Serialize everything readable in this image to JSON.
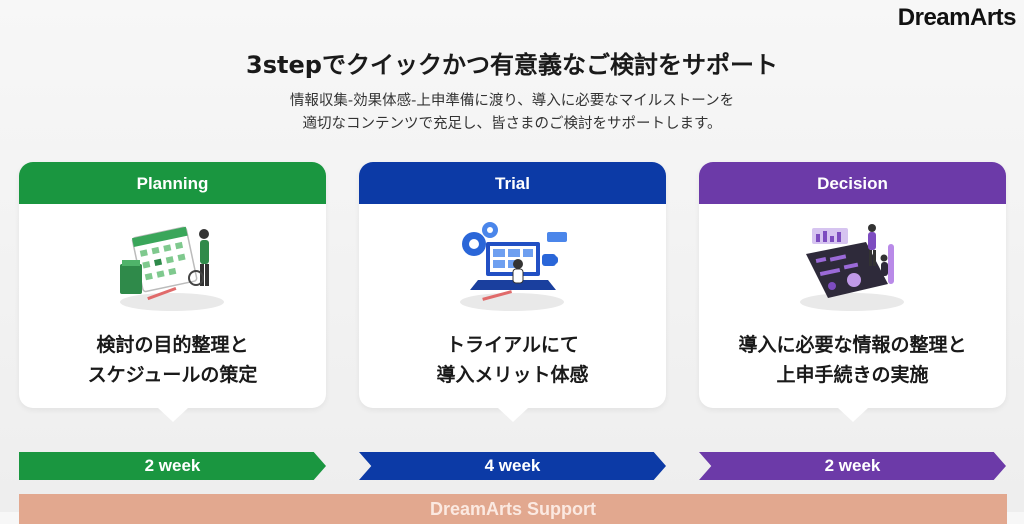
{
  "brand": {
    "logo": "DreamArts"
  },
  "header": {
    "title": "3stepでクイックかつ有意義なご検討をサポート",
    "subtitle_lines": [
      "情報収集-効果体感-上申準備に渡り、導入に必要なマイルストーンを",
      "適切なコンテンツで充足し、皆さまのご検討をサポートします。"
    ]
  },
  "colors": {
    "planning": "#1a9640",
    "trial": "#0c3aa6",
    "decision": "#6c3aa8",
    "support": "#e2a88f"
  },
  "steps": [
    {
      "label": "Planning",
      "illustration": "planning-calendar-illustration",
      "lines": [
        "検討の目的整理と",
        "スケジュールの策定"
      ],
      "duration": "2 week"
    },
    {
      "label": "Trial",
      "illustration": "trial-laptop-gears-illustration",
      "lines": [
        "トライアルにて",
        "導入メリット体感"
      ],
      "duration": "4 week"
    },
    {
      "label": "Decision",
      "illustration": "decision-dashboard-illustration",
      "lines": [
        "導入に必要な情報の整理と",
        "上申手続きの実施"
      ],
      "duration": "2 week"
    }
  ],
  "support_bar": {
    "label": "DreamArts Support"
  }
}
